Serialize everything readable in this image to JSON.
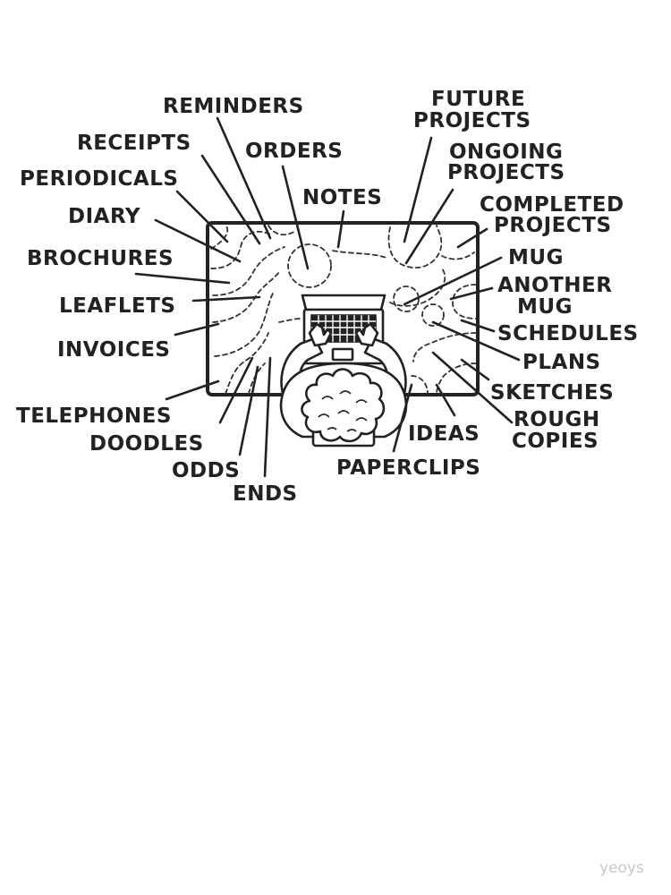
{
  "labels": {
    "reminders": "REMINDERS",
    "receipts": "RECEIPTS",
    "orders": "ORDERS",
    "periodicals": "PERIODICALS",
    "notes": "NOTES",
    "diary": "DIARY",
    "brochures": "BROCHURES",
    "leaflets": "LEAFLETS",
    "invoices": "INVOICES",
    "telephones": "TELEPHONES",
    "doodles": "DOODLES",
    "odds": "ODDS",
    "ends": "ENDS",
    "paperclips": "PAPERCLIPS",
    "ideas": "IDEAS",
    "future_projects_1": "FUTURE",
    "future_projects_2": "PROJECTS",
    "ongoing_projects_1": "ONGOING",
    "ongoing_projects_2": "PROJECTS",
    "completed_projects_1": "COMPLETED",
    "completed_projects_2": "PROJECTS",
    "mug": "MUG",
    "another_mug_1": "ANOTHER",
    "another_mug_2": "MUG",
    "schedules": "SCHEDULES",
    "plans": "PLANS",
    "sketches": "SKETCHES",
    "rough_copies_1": "ROUGH",
    "rough_copies_2": "COPIES"
  },
  "watermark": "yeoys",
  "icons": {
    "laptop": "laptop-icon",
    "person": "person-topdown-icon",
    "desk": "desk-icon"
  }
}
